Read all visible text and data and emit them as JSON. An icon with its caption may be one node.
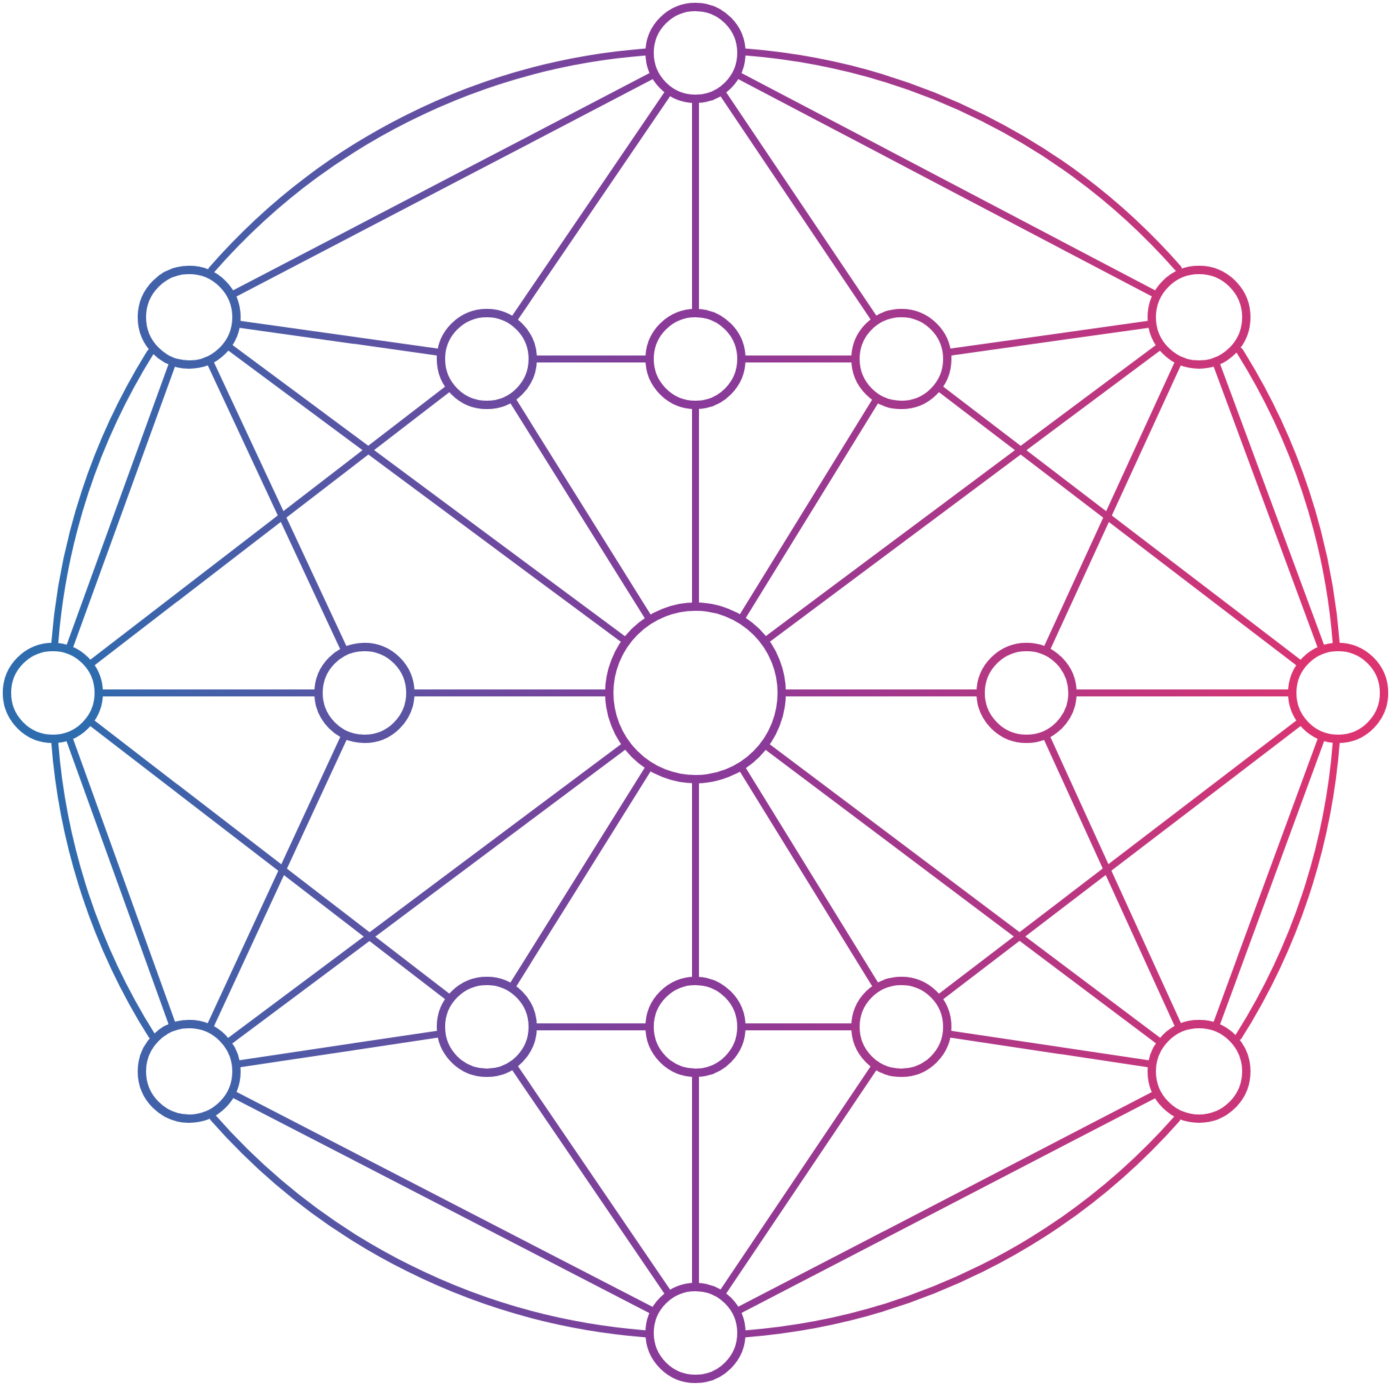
{
  "diagram": {
    "nodes": [
      {
        "text": [],
        "shape": "circle"
      },
      {
        "text": [],
        "shape": "circle"
      },
      {
        "text": [],
        "shape": "circle"
      },
      {
        "text": [],
        "shape": "circle"
      },
      {
        "text": [],
        "shape": "circle"
      },
      {
        "text": [],
        "shape": "circle"
      },
      {
        "text": [],
        "shape": "circle"
      },
      {
        "text": [],
        "shape": "circle"
      },
      {
        "text": [],
        "shape": "circle"
      },
      {
        "text": [],
        "shape": "circle"
      },
      {
        "text": [],
        "shape": "circle"
      },
      {
        "text": [],
        "shape": "circle"
      },
      {
        "text": [],
        "shape": "circle"
      },
      {
        "text": [],
        "shape": "circle"
      },
      {
        "text": [],
        "shape": "circle"
      },
      {
        "text": [],
        "shape": "circle"
      },
      {
        "text": [],
        "shape": "circle"
      }
    ],
    "edges": [
      {
        "from": 0,
        "to": 2,
        "arrow": "none"
      },
      {
        "from": 2,
        "to": 10,
        "arrow": "none"
      },
      {
        "from": 10,
        "to": 15,
        "arrow": "none"
      },
      {
        "from": 15,
        "to": 16,
        "arrow": "none"
      },
      {
        "from": 16,
        "to": 14,
        "arrow": "none"
      },
      {
        "from": 14,
        "to": 6,
        "arrow": "none"
      },
      {
        "from": 6,
        "to": 1,
        "arrow": "none"
      },
      {
        "from": 1,
        "to": 0,
        "arrow": "none"
      },
      {
        "from": 0,
        "to": 2,
        "arrow": "none"
      },
      {
        "from": 2,
        "to": 10,
        "arrow": "none"
      },
      {
        "from": 10,
        "to": 15,
        "arrow": "none"
      },
      {
        "from": 15,
        "to": 16,
        "arrow": "none"
      },
      {
        "from": 16,
        "to": 14,
        "arrow": "none"
      },
      {
        "from": 14,
        "to": 6,
        "arrow": "none"
      },
      {
        "from": 6,
        "to": 1,
        "arrow": "none"
      },
      {
        "from": 1,
        "to": 0,
        "arrow": "none"
      },
      {
        "from": 0,
        "to": 3,
        "arrow": "none"
      },
      {
        "from": 0,
        "to": 4,
        "arrow": "none"
      },
      {
        "from": 0,
        "to": 5,
        "arrow": "none"
      },
      {
        "from": 1,
        "to": 3,
        "arrow": "none"
      },
      {
        "from": 1,
        "to": 8,
        "arrow": "none"
      },
      {
        "from": 1,
        "to": 7,
        "arrow": "none"
      },
      {
        "from": 2,
        "to": 5,
        "arrow": "none"
      },
      {
        "from": 2,
        "to": 8,
        "arrow": "none"
      },
      {
        "from": 2,
        "to": 9,
        "arrow": "none"
      },
      {
        "from": 6,
        "to": 7,
        "arrow": "none"
      },
      {
        "from": 6,
        "to": 3,
        "arrow": "none"
      },
      {
        "from": 6,
        "to": 11,
        "arrow": "none"
      },
      {
        "from": 10,
        "to": 9,
        "arrow": "none"
      },
      {
        "from": 10,
        "to": 5,
        "arrow": "none"
      },
      {
        "from": 10,
        "to": 13,
        "arrow": "none"
      },
      {
        "from": 14,
        "to": 11,
        "arrow": "none"
      },
      {
        "from": 14,
        "to": 8,
        "arrow": "none"
      },
      {
        "from": 14,
        "to": 7,
        "arrow": "none"
      },
      {
        "from": 15,
        "to": 13,
        "arrow": "none"
      },
      {
        "from": 15,
        "to": 8,
        "arrow": "none"
      },
      {
        "from": 15,
        "to": 9,
        "arrow": "none"
      },
      {
        "from": 16,
        "to": 11,
        "arrow": "none"
      },
      {
        "from": 16,
        "to": 12,
        "arrow": "none"
      },
      {
        "from": 16,
        "to": 13,
        "arrow": "none"
      },
      {
        "from": 3,
        "to": 4,
        "arrow": "none"
      },
      {
        "from": 4,
        "to": 5,
        "arrow": "none"
      },
      {
        "from": 4,
        "to": 8,
        "arrow": "none"
      },
      {
        "from": 3,
        "to": 8,
        "arrow": "none"
      },
      {
        "from": 5,
        "to": 8,
        "arrow": "none"
      },
      {
        "from": 7,
        "to": 8,
        "arrow": "none"
      },
      {
        "from": 8,
        "to": 9,
        "arrow": "none"
      },
      {
        "from": 11,
        "to": 12,
        "arrow": "none"
      },
      {
        "from": 12,
        "to": 13,
        "arrow": "none"
      },
      {
        "from": 12,
        "to": 8,
        "arrow": "none"
      },
      {
        "from": 11,
        "to": 8,
        "arrow": "none"
      },
      {
        "from": 13,
        "to": 8,
        "arrow": "none"
      }
    ]
  }
}
